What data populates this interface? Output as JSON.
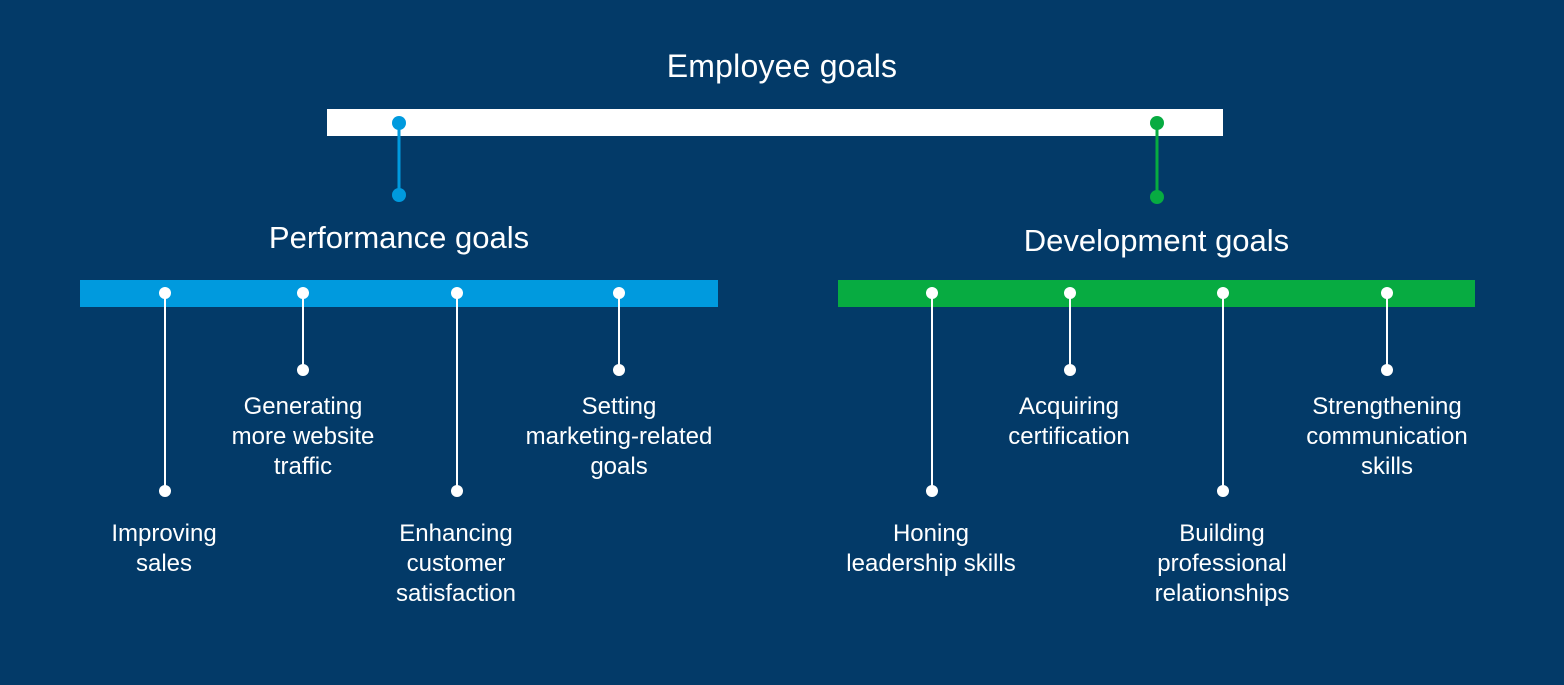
{
  "colors": {
    "background": "#033a68",
    "root_bar": "#ffffff",
    "performance": "#009ade",
    "development": "#07ab41",
    "text": "#ffffff"
  },
  "root": {
    "title": "Employee goals"
  },
  "branches": [
    {
      "id": "performance",
      "title": "Performance goals",
      "color": "#009ade",
      "leaves": [
        {
          "label": "Improving\nsales",
          "lines": [
            "Improving",
            "sales"
          ]
        },
        {
          "label": "Generating\nmore website\ntraffic",
          "lines": [
            "Generating",
            "more website",
            "traffic"
          ]
        },
        {
          "label": "Enhancing\ncustomer\nsatisfaction",
          "lines": [
            "Enhancing",
            "customer",
            "satisfaction"
          ]
        },
        {
          "label": "Setting\nmarketing-related\ngoals",
          "lines": [
            "Setting",
            "marketing-related",
            "goals"
          ]
        }
      ]
    },
    {
      "id": "development",
      "title": "Development goals",
      "color": "#07ab41",
      "leaves": [
        {
          "label": "Honing\nleadership skills",
          "lines": [
            "Honing",
            "leadership skills"
          ]
        },
        {
          "label": "Acquiring\ncertification",
          "lines": [
            "Acquiring",
            "certification"
          ]
        },
        {
          "label": "Building\nprofessional\nrelationships",
          "lines": [
            "Building",
            "professional",
            "relationships"
          ]
        },
        {
          "label": "Strengthening\ncommunication\nskills",
          "lines": [
            "Strengthening",
            "communication",
            "skills"
          ]
        }
      ]
    }
  ],
  "leaf_labels": {
    "p1": "Improving sales",
    "p2": "Generating more website traffic",
    "p3": "Enhancing customer satisfaction",
    "p4": "Setting marketing-related goals",
    "d1": "Honing leadership skills",
    "d2": "Acquiring certification",
    "d3": "Building professional relationships",
    "d4": "Strengthening communication skills"
  }
}
